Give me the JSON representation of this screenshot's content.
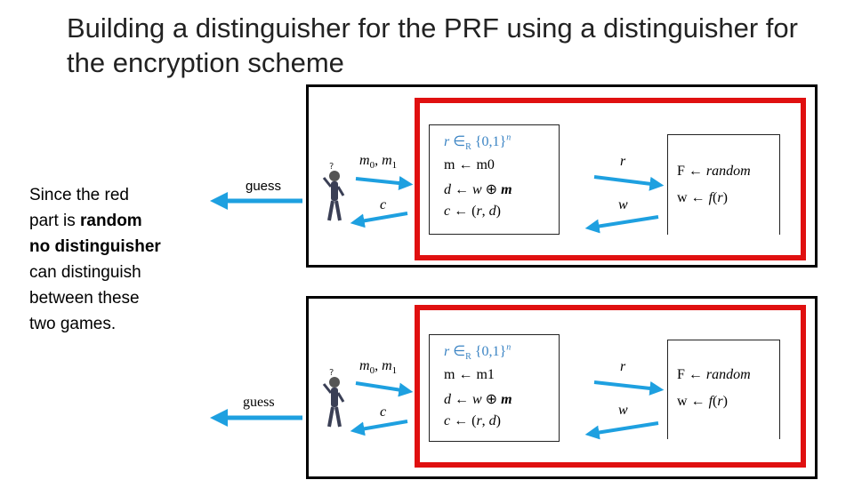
{
  "title": "Building a distinguisher for the PRF using a distinguisher for the encryption scheme",
  "explanation": {
    "line1": "Since the red",
    "line2a": "part is ",
    "line2b": "random",
    "line3": "no distinguisher",
    "line4": "can distinguish",
    "line5": "between these",
    "line6": "two games."
  },
  "games": [
    {
      "guess_label": "guess",
      "messages_label": "m0, m1",
      "cipher_label": "c",
      "r_label": "r",
      "w_label": "w",
      "enc": {
        "line1": "r ∈R {0,1}n",
        "line2": "m ← m0",
        "line3": "d ← w ⊕ m",
        "line4": "c ← (r, d)"
      },
      "prf": {
        "line1": "F ← random",
        "line2": "w ← f(r)"
      }
    },
    {
      "guess_label": "guess",
      "messages_label": "m0, m1",
      "cipher_label": "c",
      "r_label": "r",
      "w_label": "w",
      "enc": {
        "line1": "r ∈R {0,1}n",
        "line2": "m ← m1",
        "line3": "d ← w ⊕ m",
        "line4": "c ← (r, d)"
      },
      "prf": {
        "line1": "F ← random",
        "line2": "w ← f(r)"
      }
    }
  ],
  "colors": {
    "arrow": "#1ea0e0",
    "red_box": "#e01010",
    "math_blue": "#3b84c4"
  }
}
